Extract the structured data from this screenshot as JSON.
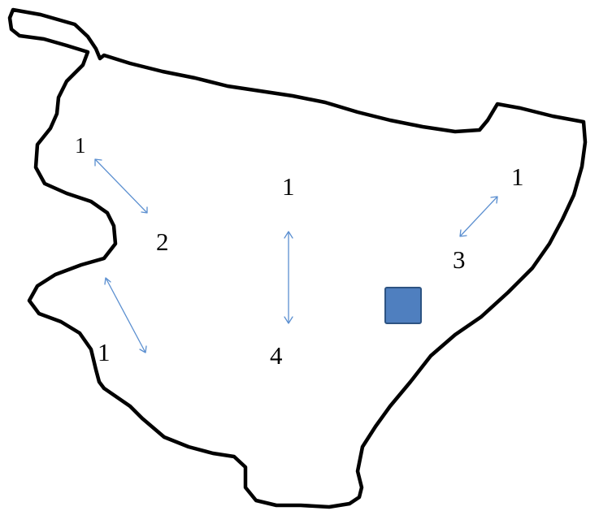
{
  "labels": {
    "left_top": "1",
    "left_mid": "2",
    "left_bottom": "1",
    "center_top": "1",
    "center_bottom": "4",
    "right_top": "1",
    "right_mid": "3"
  },
  "colors": {
    "outline": "#000000",
    "arrow": "#5b8fd0",
    "marker_fill": "#4f7fbf",
    "marker_stroke": "#2d5382"
  },
  "icons": {
    "arrows": "double-headed-arrow",
    "marker": "square-marker"
  }
}
